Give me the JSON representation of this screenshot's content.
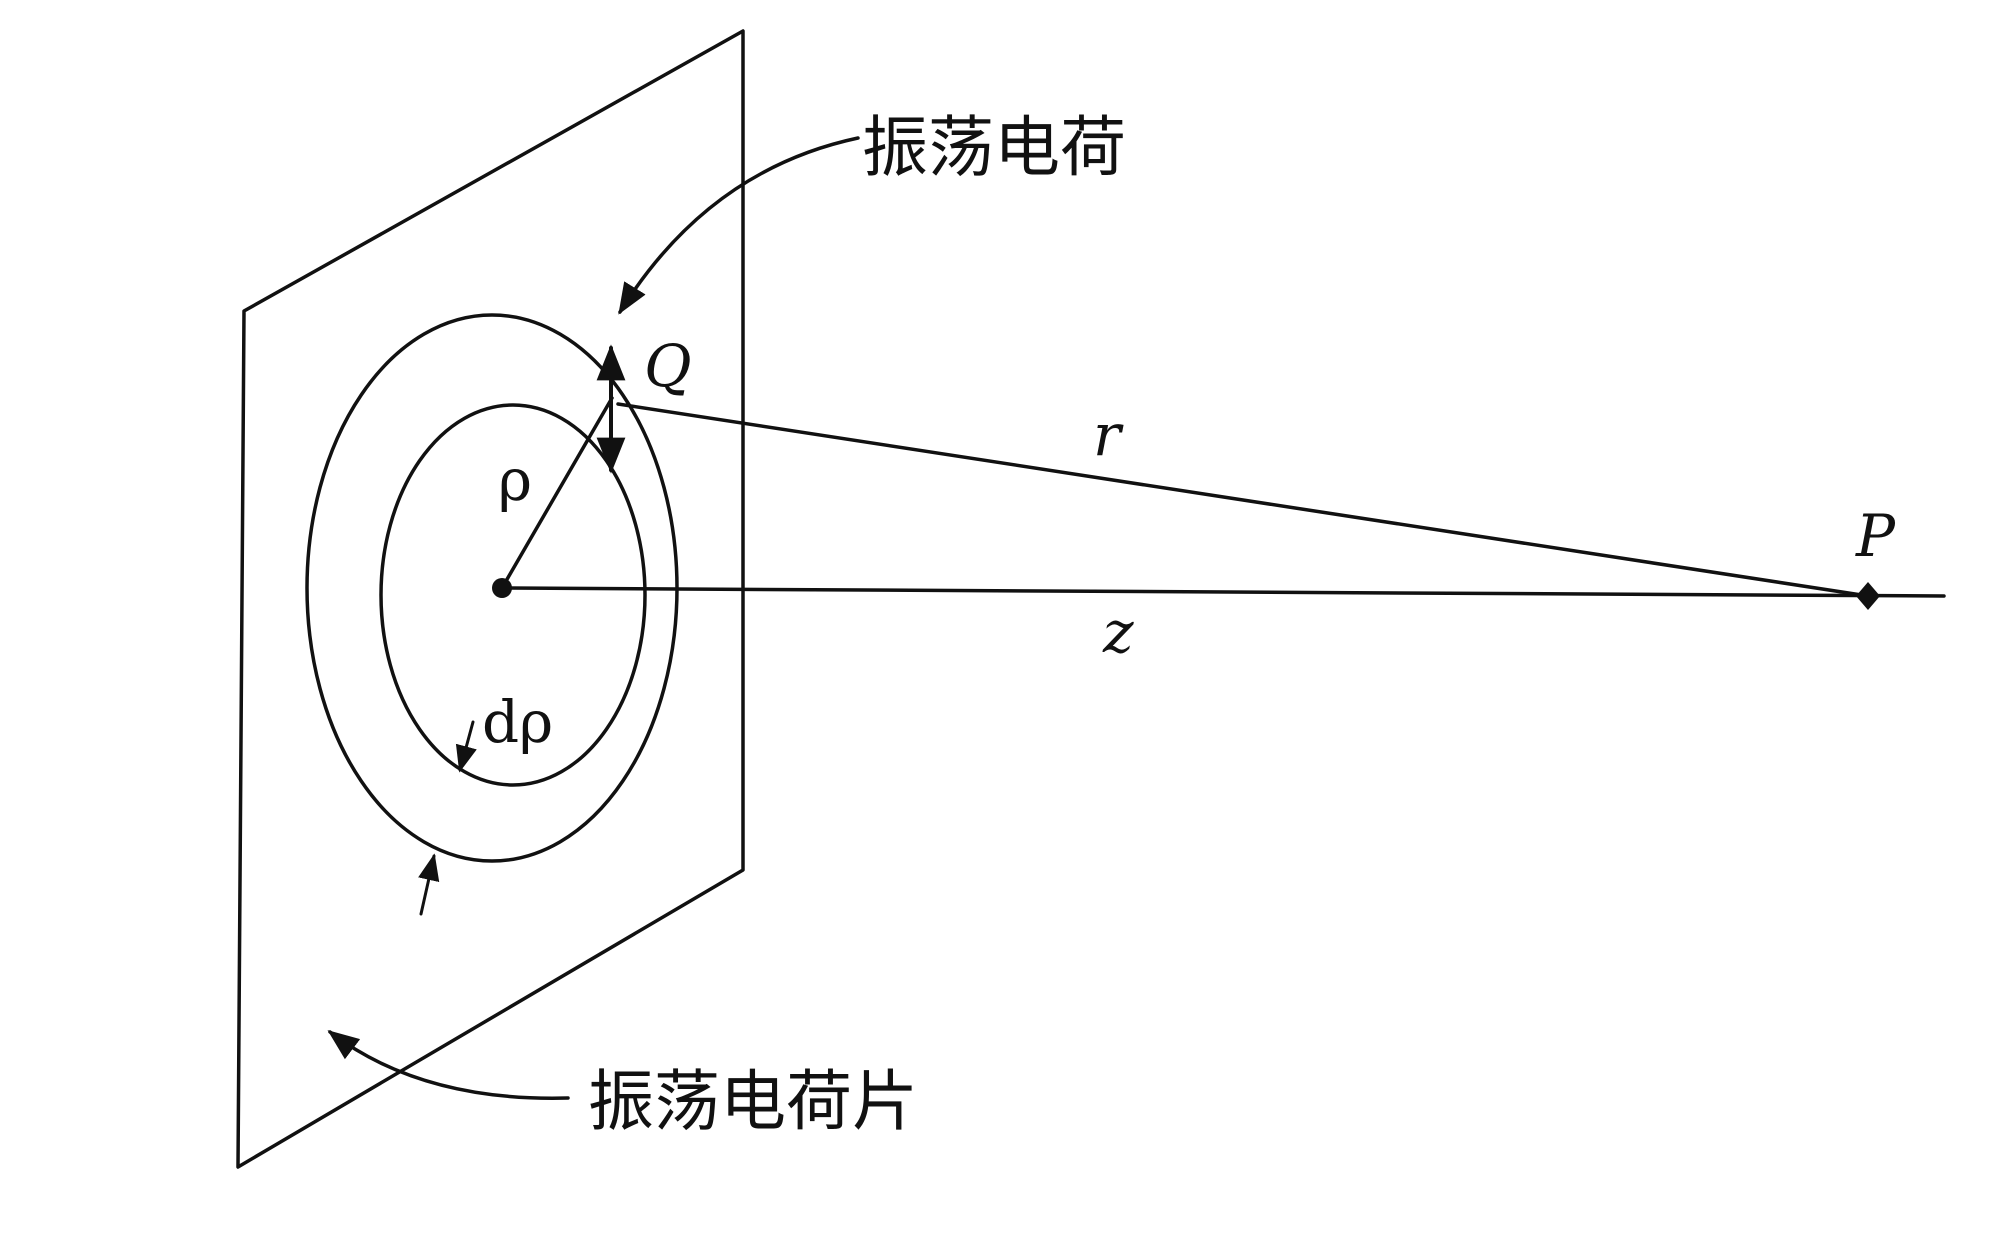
{
  "labels": {
    "oscillating_charge": "振荡电荷",
    "oscillating_charge_sheet": "振荡电荷片",
    "charge": "Q",
    "distance_r": "r",
    "distance_z": "z",
    "point": "P",
    "radius": "ρ",
    "ring_width": "dρ"
  },
  "colors": {
    "ink": "#111111",
    "background": "#ffffff"
  }
}
